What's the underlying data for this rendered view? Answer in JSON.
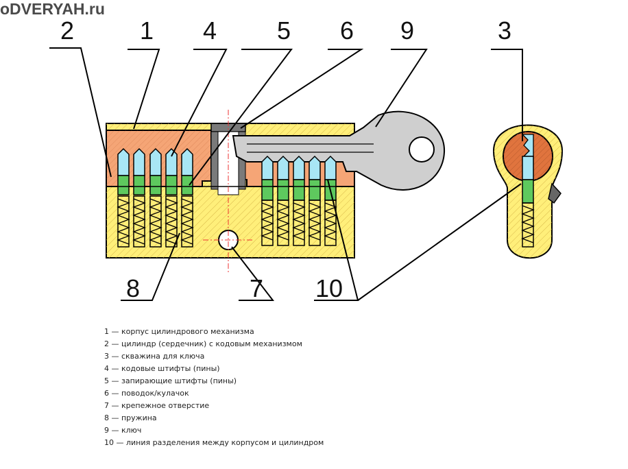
{
  "watermark": "oDVERYAH.ru",
  "callouts": {
    "c1": "1",
    "c2": "2",
    "c3": "3",
    "c4": "4",
    "c5": "5",
    "c6": "6",
    "c7": "7",
    "c8": "8",
    "c9": "9",
    "c10": "10"
  },
  "legend": [
    "1 — корпус цилиндрового механизма",
    "2 — цилиндр (сердечник) с кодовым механизмом",
    "3 — скважина для ключа",
    "4 — кодовые штифты (пины)",
    "5 — запирающие штифты (пины)",
    "6 — поводок/кулачок",
    "7 — крепежное отверстие",
    "8 — пружина",
    "9 — ключ",
    "10 — линия разделения между корпусом и цилиндром"
  ],
  "colors": {
    "housing": "#ffef7a",
    "cylinder": "#f5a576",
    "cylinder_section": "#e0743e",
    "key": "#cfcfcf",
    "code_pin": "#a8e6f5",
    "driver_pin": "#5ec95e",
    "cam": "#7a7a7a",
    "outline": "#000000"
  }
}
